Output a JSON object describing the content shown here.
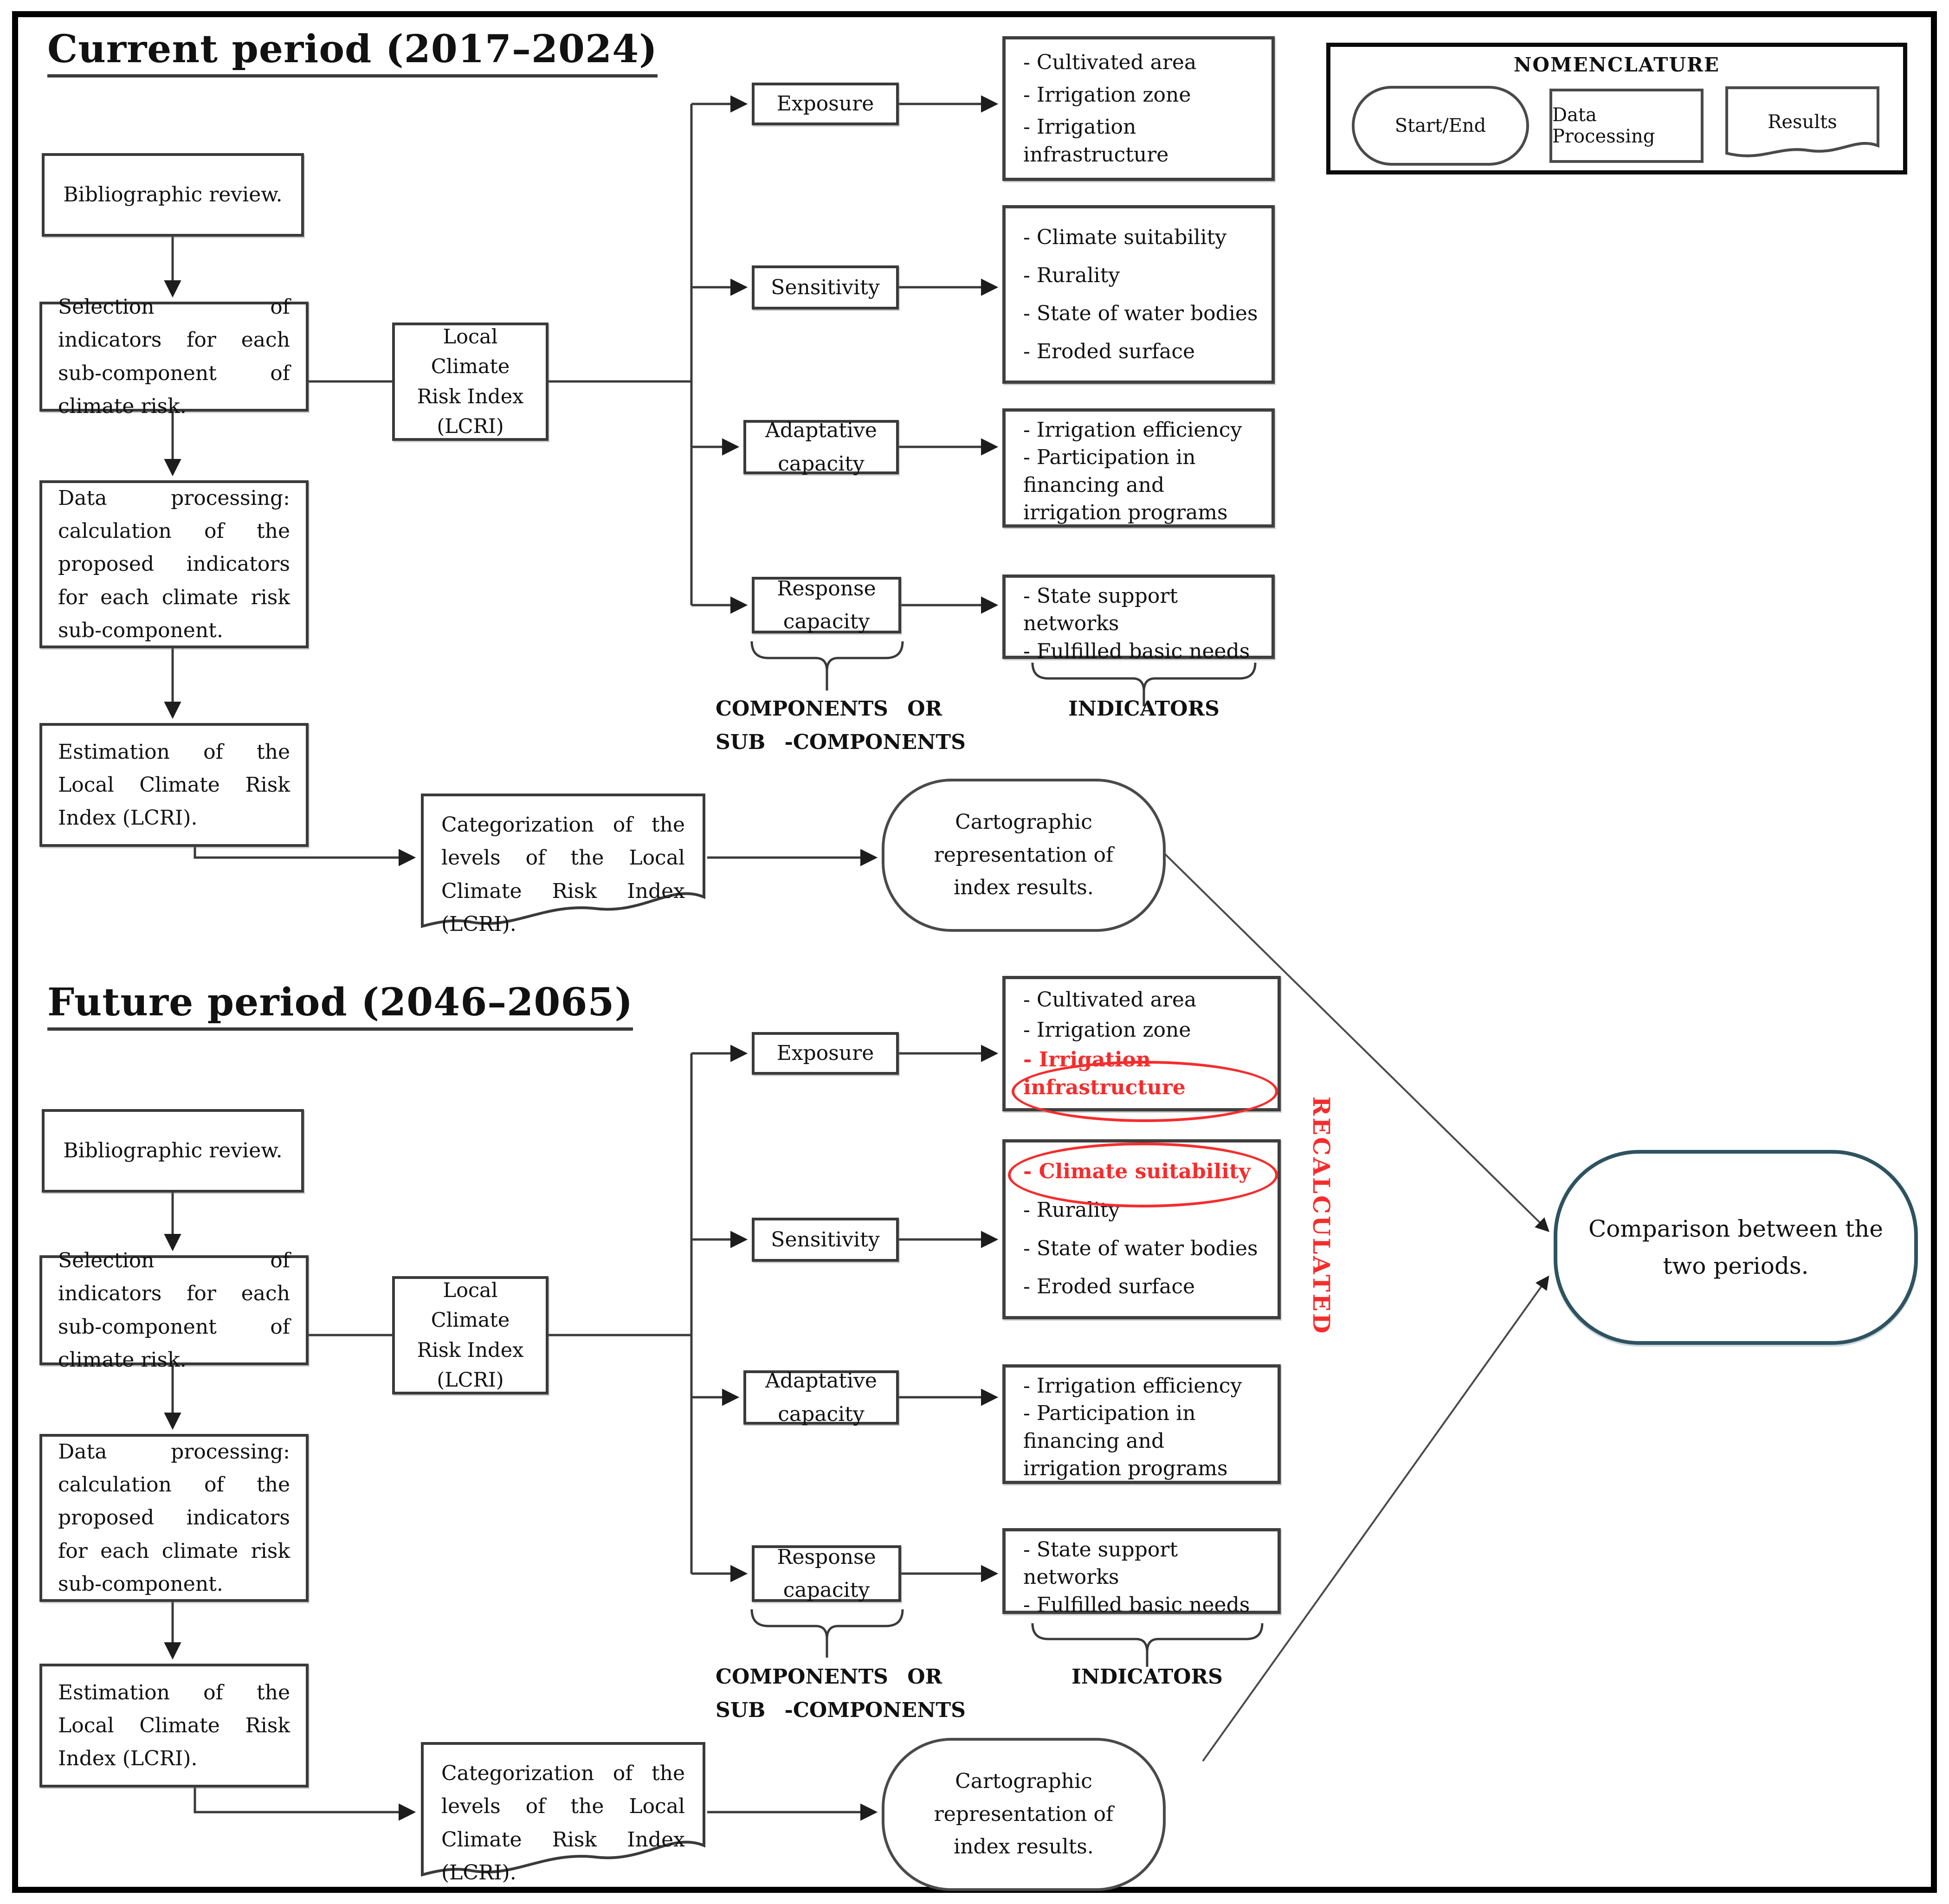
{
  "colors": {
    "red": "#f52d2d",
    "comparison_border": "#2e5360",
    "line": "#3a3a3a"
  },
  "nomenclature": {
    "title": "NOMENCLATURE",
    "start_end": "Start/End",
    "data_processing": "Data Processing",
    "results": "Results"
  },
  "legend_labels": {
    "components_line1": "COMPONENTS OR",
    "components_line2": "SUB -COMPONENTS",
    "indicators": "INDICATORS",
    "recalculated": "RECALCULATED"
  },
  "comparison": {
    "text": "Comparison between the two periods."
  },
  "current": {
    "title": "Current period (2017–2024)",
    "bibliographic": "Bibliographic review.",
    "selection": "Selection of indicators for each sub-component of climate risk.",
    "data_processing": "Data processing: calculation of the proposed indicators for each climate risk sub-component.",
    "estimation": "Estimation of the Local Climate Risk Index (LCRI).",
    "lcri": "Local Climate Risk Index (LCRI)",
    "components": {
      "exposure": {
        "label": "Exposure",
        "indicators": [
          "- Cultivated area",
          "- Irrigation zone",
          "- Irrigation infrastructure"
        ]
      },
      "sensitivity": {
        "label": "Sensitivity",
        "indicators": [
          "- Climate suitability",
          "- Rurality",
          "- State of water bodies",
          "- Eroded surface"
        ]
      },
      "adaptative": {
        "label": "Adaptative capacity",
        "indicators": [
          "- Irrigation efficiency",
          "- Participation in financing and irrigation programs"
        ]
      },
      "response": {
        "label": "Response capacity",
        "indicators": [
          "- State support networks",
          "- Fulfilled basic needs"
        ]
      }
    },
    "categorization": "Categorization of the levels of the Local Climate Risk Index (LCRI).",
    "cartographic": "Cartographic representation of index results."
  },
  "future": {
    "title": "Future period (2046–2065)",
    "bibliographic": "Bibliographic review.",
    "selection": "Selection of indicators for each sub-component of climate risk.",
    "data_processing": "Data processing: calculation of the proposed indicators for each climate risk sub-component.",
    "estimation": "Estimation of the Local Climate Risk Index (LCRI).",
    "lcri": "Local Climate Risk Index (LCRI)",
    "components": {
      "exposure": {
        "label": "Exposure",
        "indicators": [
          "- Cultivated area",
          "- Irrigation zone",
          "- Irrigation infrastructure"
        ],
        "recalculated_item": "- Irrigation infrastructure"
      },
      "sensitivity": {
        "label": "Sensitivity",
        "indicators": [
          "- Climate suitability",
          "- Rurality",
          "- State of water bodies",
          "- Eroded surface"
        ],
        "recalculated_item": "- Climate suitability"
      },
      "adaptative": {
        "label": "Adaptative capacity",
        "indicators": [
          "- Irrigation efficiency",
          "- Participation in financing and irrigation programs"
        ]
      },
      "response": {
        "label": "Response capacity",
        "indicators": [
          "- State support networks",
          "- Fulfilled basic needs"
        ]
      }
    },
    "categorization": "Categorization of the levels of the Local Climate Risk Index (LCRI).",
    "cartographic": "Cartographic representation of index results."
  }
}
